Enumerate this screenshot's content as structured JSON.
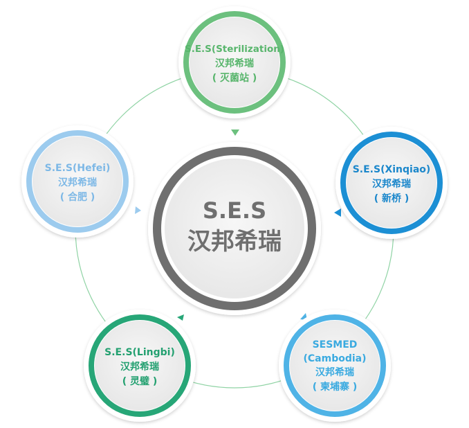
{
  "center": {
    "line1": "S.E.S",
    "line2": "汉邦希瑞",
    "color": "#6f6f6f"
  },
  "nodes": [
    {
      "id": "sterilization",
      "lines": [
        "S.E.S(Sterilization)",
        "汉邦希瑞",
        "( 灭菌站 )"
      ],
      "color": "#6cc07e",
      "text_color": "#58b56c"
    },
    {
      "id": "xinqiao",
      "lines": [
        "S.E.S(Xinqiao)",
        "汉邦希瑞",
        "( 新桥 )"
      ],
      "color": "#1c8fd4",
      "text_color": "#1b87cb"
    },
    {
      "id": "cambodia",
      "lines": [
        "SESMED",
        "(Cambodia)",
        "汉邦希瑞",
        "( 柬埔寨 )"
      ],
      "color": "#4fb3e6",
      "text_color": "#3aaae0"
    },
    {
      "id": "lingbi",
      "lines": [
        "S.E.S(Lingbi)",
        "汉邦希瑞",
        "( 灵璧 )"
      ],
      "color": "#27a677",
      "text_color": "#23a070"
    },
    {
      "id": "hefei",
      "lines": [
        "S.E.S(Hefei)",
        "汉邦希瑞",
        "( 合肥 )"
      ],
      "color": "#9ccbee",
      "text_color": "#7db8e6"
    }
  ],
  "ring_color": "#8fd3a4"
}
